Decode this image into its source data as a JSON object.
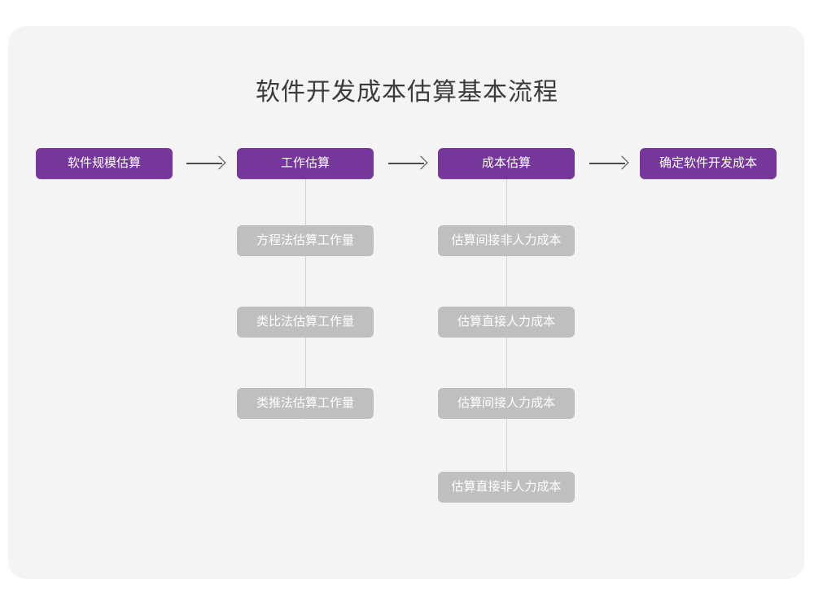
{
  "title": "软件开发成本估算基本流程",
  "colors": {
    "page_background": "#ffffff",
    "canvas_background": "#f4f4f4",
    "stage_box": "#76379b",
    "sub_box": "#bfbfbf",
    "stage_text": "#ffffff",
    "sub_text": "#ffffff",
    "title_text": "#3b3b3b",
    "connector_line": "#d2d2d2",
    "arrow": "#4a4a4a"
  },
  "stages": [
    {
      "label": "软件规模估算"
    },
    {
      "label": "工作估算"
    },
    {
      "label": "成本估算"
    },
    {
      "label": "确定软件开发成本"
    }
  ],
  "arrows": [
    {
      "name": "arrow-1",
      "glyph": "arrow-right-icon"
    },
    {
      "name": "arrow-2",
      "glyph": "arrow-right-icon"
    },
    {
      "name": "arrow-3",
      "glyph": "arrow-right-icon"
    }
  ],
  "branch_work_estimation": {
    "parent": "工作估算",
    "items": [
      {
        "label": "方程法估算工作量"
      },
      {
        "label": "类比法估算工作量"
      },
      {
        "label": "类推法估算工作量"
      }
    ]
  },
  "branch_cost_estimation": {
    "parent": "成本估算",
    "items": [
      {
        "label": "估算间接非人力成本"
      },
      {
        "label": "估算直接人力成本"
      },
      {
        "label": "估算间接人力成本"
      },
      {
        "label": "估算直接非人力成本"
      }
    ]
  }
}
